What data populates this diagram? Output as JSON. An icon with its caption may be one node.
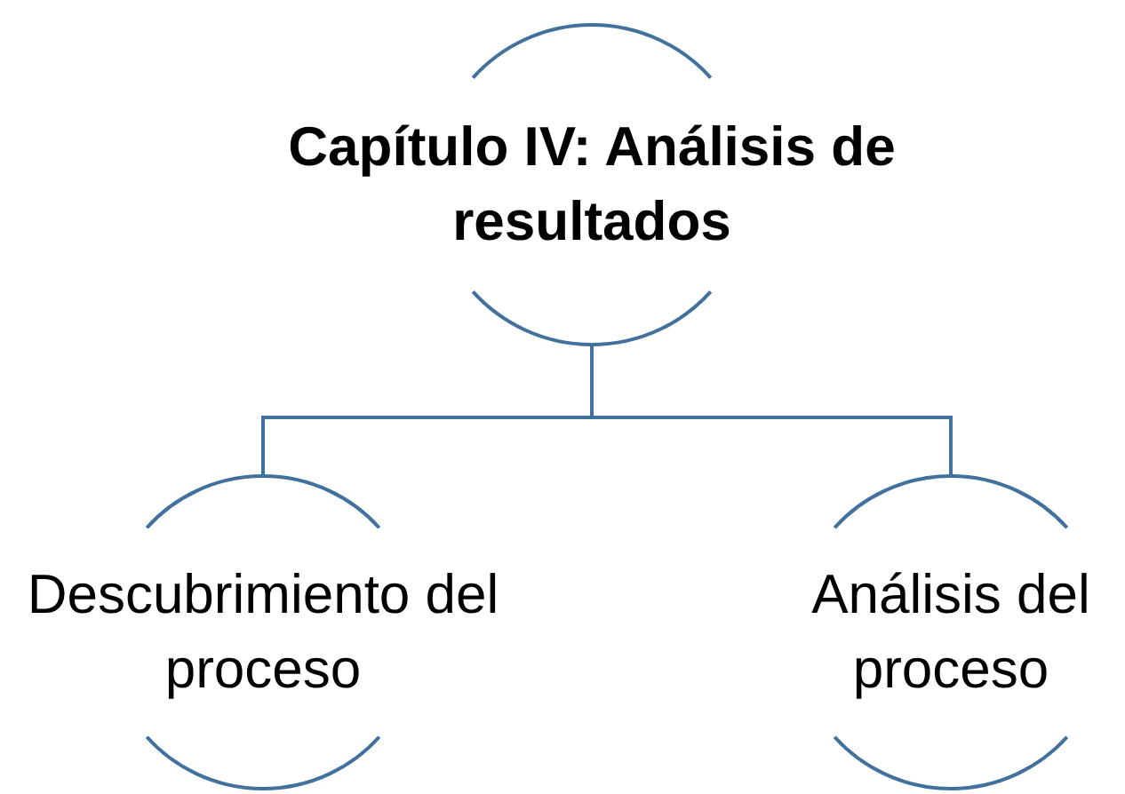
{
  "diagram": {
    "nodes": [
      {
        "text": [
          "Capítulo IV: Análisis de resultados"
        ]
      },
      {
        "text": [
          "Descubrimiento del proceso"
        ]
      },
      {
        "text": [
          "Análisis del proceso"
        ]
      }
    ],
    "edges": [
      {
        "from": 0,
        "to": 1,
        "arrow": "none"
      },
      {
        "from": 0,
        "to": 2,
        "arrow": "none"
      }
    ]
  }
}
